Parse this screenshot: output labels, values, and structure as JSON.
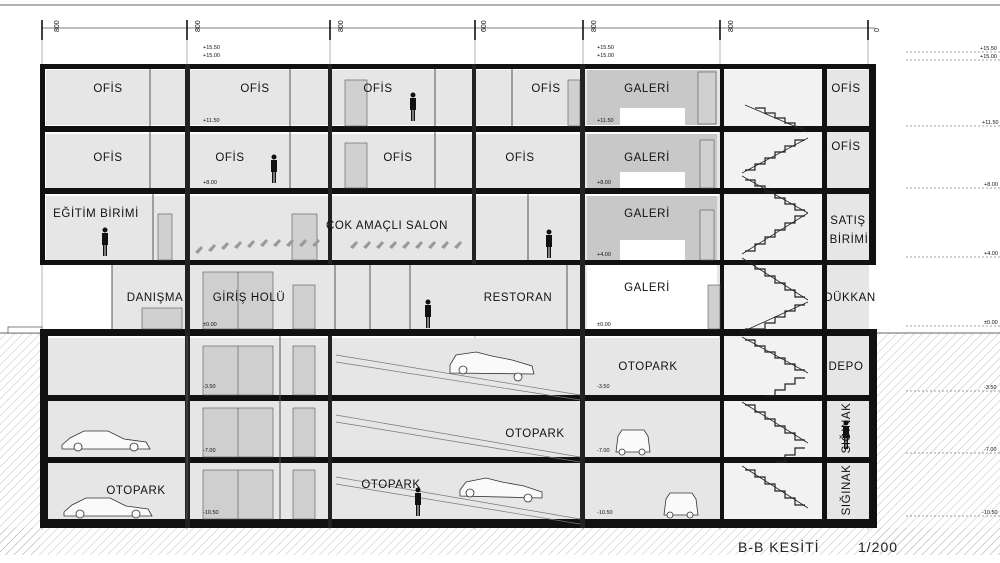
{
  "drawing": {
    "title": "B-B KESİTİ",
    "scale": "1/200"
  },
  "dimensions": [
    "800",
    "800",
    "800",
    "600",
    "800",
    "800",
    "0"
  ],
  "rooms": {
    "f4_ofis_1": "OFİS",
    "f4_ofis_2": "OFİS",
    "f4_ofis_3": "OFİS",
    "f4_ofis_4": "OFİS",
    "f4_galeri": "GALERİ",
    "f4_ofis_5": "OFİS",
    "f3_ofis_1": "OFİS",
    "f3_ofis_2": "OFİS",
    "f3_ofis_3": "OFİS",
    "f3_ofis_4": "OFİS",
    "f3_galeri": "GALERİ",
    "f3_ofis_5": "OFİS",
    "f2_egitim": "EĞİTİM BİRİMİ",
    "f2_salon": "ÇOK AMAÇLI SALON",
    "f2_galeri": "GALERİ",
    "f2_satis_1": "SATIŞ",
    "f2_satis_2": "BİRİMİ",
    "f1_danisma": "DANIŞMA",
    "f1_giris": "GİRİŞ HOLÜ",
    "f1_restoran": "RESTORAN",
    "f1_galeri": "GALERİ",
    "f1_dukkan": "DÜKKAN",
    "b1_otopark": "OTOPARK",
    "b1_depo": "DEPO",
    "b2_otopark": "OTOPARK",
    "b2_siginak": "SIĞINAK",
    "b3_otopark_1": "OTOPARK",
    "b3_otopark_2": "OTOPARK",
    "b3_siginak": "SIĞINAK"
  },
  "levels": {
    "top_a": "+15.50",
    "top_b": "+15.00",
    "l4": "+11.50",
    "l3": "+8.00",
    "l2": "+4.00",
    "l1": "±0.00",
    "b1": "-3.50",
    "b2": "-7.00",
    "b3": "-10.50"
  }
}
